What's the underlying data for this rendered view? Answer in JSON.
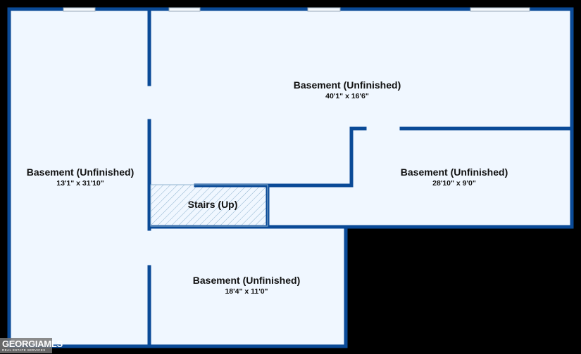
{
  "rooms": [
    {
      "name": "Basement (Unfinished)",
      "dimensions": "13'1\" x 31'10\""
    },
    {
      "name": "Basement (Unfinished)",
      "dimensions": "40'1\" x 16'6\""
    },
    {
      "name": "Basement (Unfinished)",
      "dimensions": "28'10\" x 9'0\""
    },
    {
      "name": "Basement (Unfinished)",
      "dimensions": "18'4\" x 11'0\""
    }
  ],
  "stairs": {
    "label": "Stairs (Up)"
  },
  "logo": {
    "main": "GEORGIAMLS",
    "sub": "REAL ESTATE SERVICES"
  },
  "colors": {
    "wall": "#0a4a97",
    "floor": "#f0f7ff",
    "background": "#000000",
    "hatch": "#8fb3cf"
  }
}
